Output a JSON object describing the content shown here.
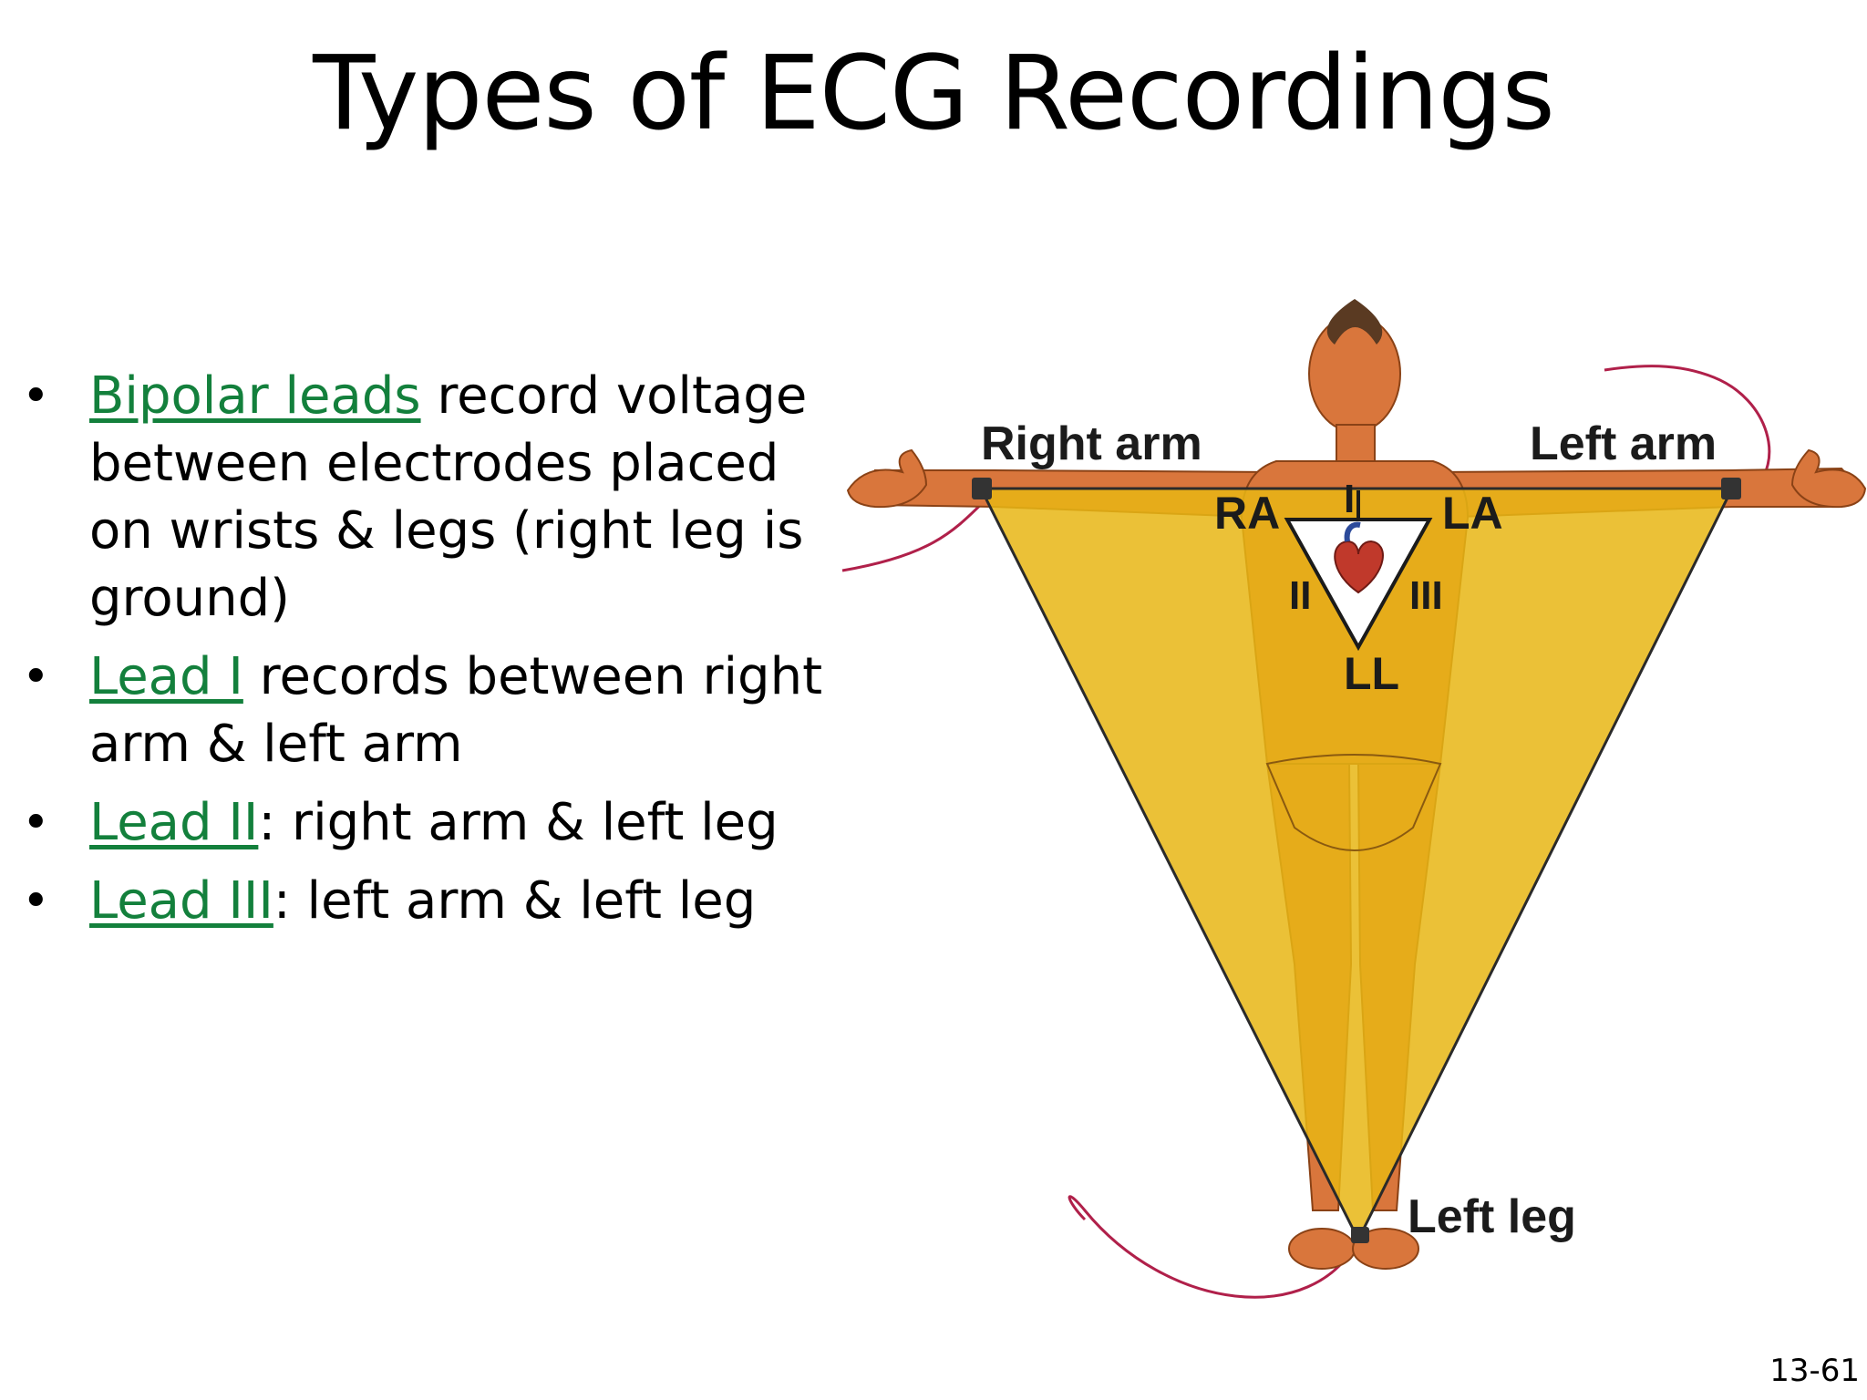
{
  "slide": {
    "title": "Types of ECG Recordings",
    "page_number": "13-61"
  },
  "bullets": [
    {
      "link": "Bipolar leads",
      "text": " record voltage between electrodes placed on wrists & legs (right leg is ground)"
    },
    {
      "link": "Lead I",
      "text": " records between right arm & left arm"
    },
    {
      "link": "Lead II",
      "text": ": right arm & left leg"
    },
    {
      "link": "Lead III",
      "text": ": left arm & left leg"
    }
  ],
  "figure": {
    "labels": {
      "right_arm": "Right arm",
      "left_arm": "Left arm",
      "left_leg": "Left leg",
      "ra": "RA",
      "la": "LA",
      "ll": "LL",
      "lead_i": "I",
      "lead_ii": "II",
      "lead_iii": "III"
    },
    "colors": {
      "triangle_fill": "#e8b614",
      "skin": "#d9763c",
      "wire": "#b0204a",
      "heart": "#c0392b"
    }
  },
  "link_color": "#13803c"
}
